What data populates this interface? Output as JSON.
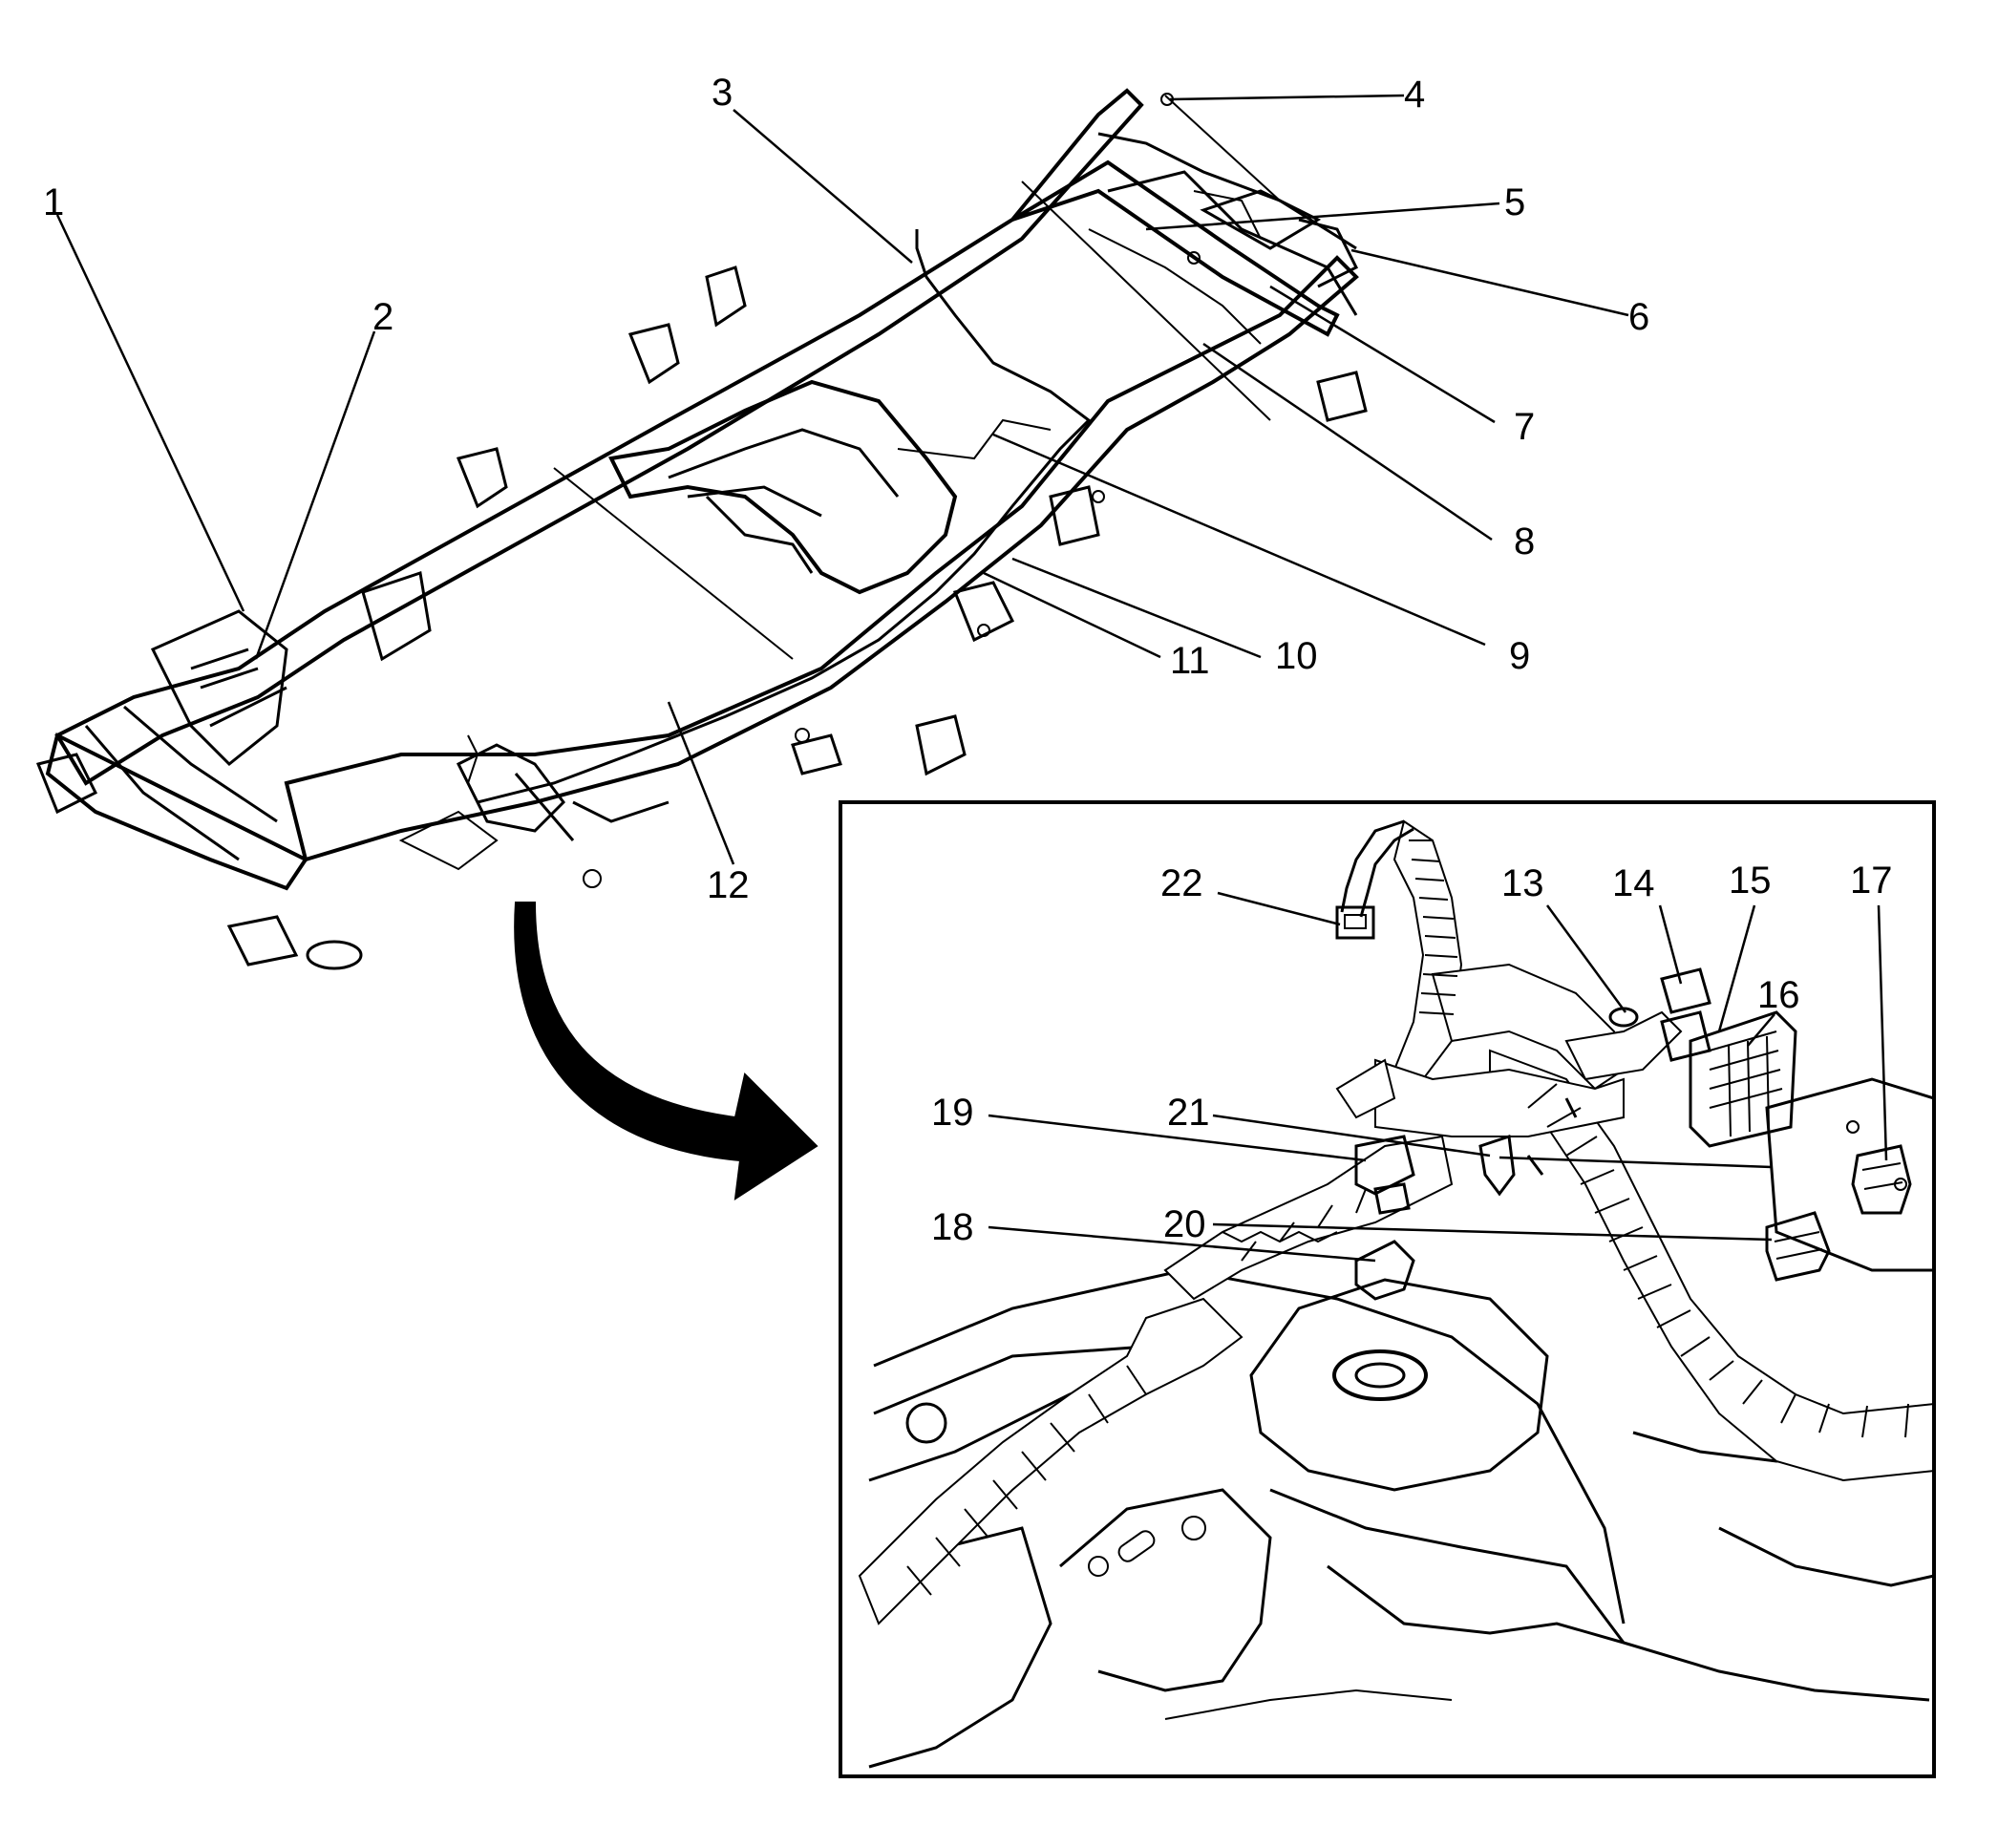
{
  "callouts": {
    "c1": "1",
    "c2": "2",
    "c3": "3",
    "c4": "4",
    "c5": "5",
    "c6": "6",
    "c7": "7",
    "c8": "8",
    "c9": "9",
    "c10": "10",
    "c11": "11",
    "c12": "12",
    "c13": "13",
    "c14": "14",
    "c15": "15",
    "c16": "16",
    "c17": "17",
    "c18": "18",
    "c19": "19",
    "c20": "20",
    "c21": "21",
    "c22": "22"
  },
  "colors": {
    "line": "#000000",
    "background": "#ffffff"
  }
}
